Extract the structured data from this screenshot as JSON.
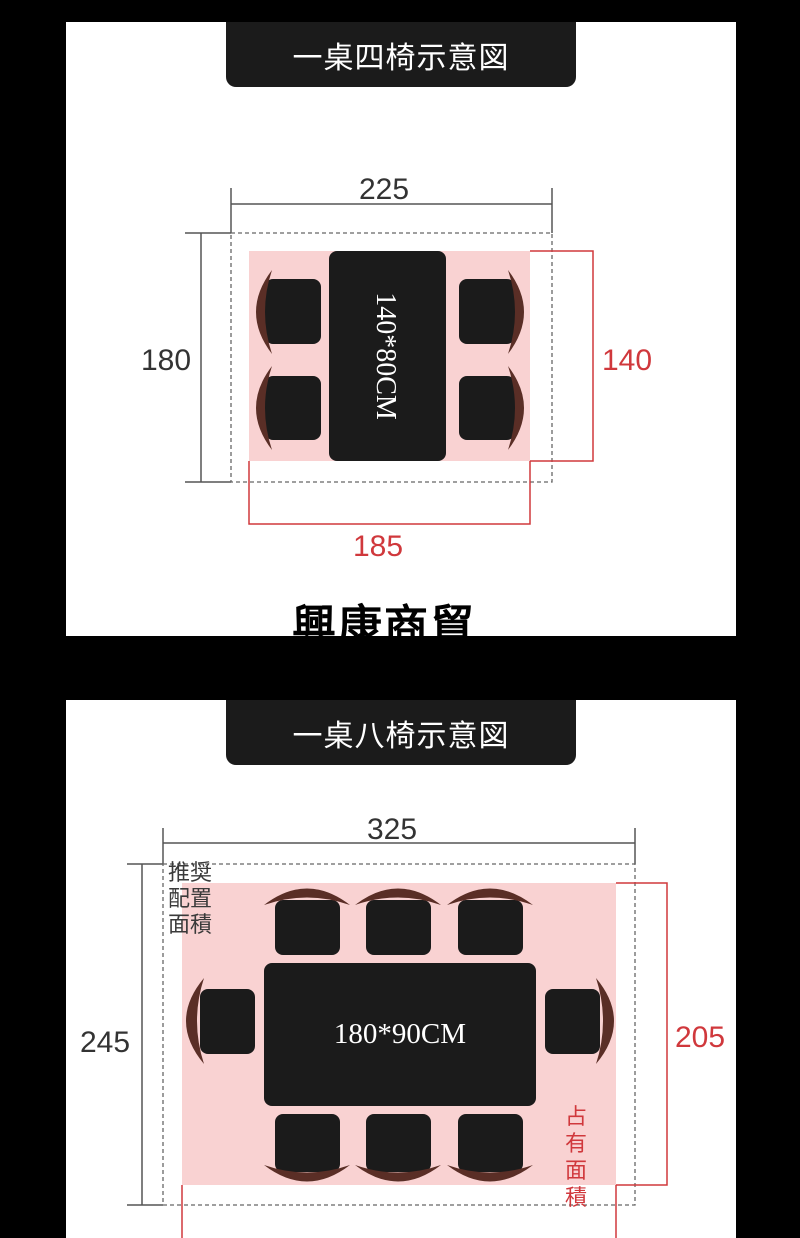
{
  "colors": {
    "background": "#000000",
    "panel": "#ffffff",
    "title_bar": "#1b1b1b",
    "occupied_area": "#f9d2d2",
    "red_dimension": "#d0383c",
    "chair_back": "#5a2e26",
    "table": "#1b1b1b"
  },
  "panel_four": {
    "title": "一桌四椅示意図",
    "overall_width": "225",
    "overall_depth": "180",
    "occupied_depth": "140",
    "occupied_width": "185",
    "table_size": "140*80CM",
    "chairs": 4
  },
  "brand": "興康商貿",
  "panel_eight": {
    "title": "一桌八椅示意図",
    "overall_width": "325",
    "overall_depth": "245",
    "occupied_depth": "205",
    "table_size": "180*90CM",
    "recommended_label": [
      "推奨",
      "配置",
      "面積"
    ],
    "occupied_label": [
      "占",
      "有",
      "面",
      "積"
    ],
    "chairs": 8
  }
}
